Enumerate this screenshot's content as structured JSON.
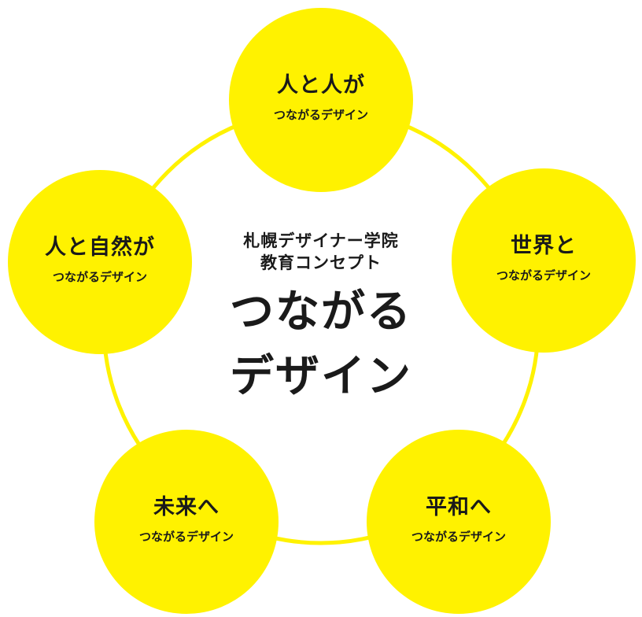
{
  "center": {
    "subtitle_line1": "札幌デザイナー学院",
    "subtitle_line2": "教育コンセプト",
    "title_line1": "つながる",
    "title_line2": "デザイン"
  },
  "nodes": [
    {
      "title": "人と人が",
      "tag": "つながるデザイン"
    },
    {
      "title": "世界と",
      "tag": "つながるデザイン"
    },
    {
      "title": "平和へ",
      "tag": "つながるデザイン"
    },
    {
      "title": "未来へ",
      "tag": "つながるデザイン"
    },
    {
      "title": "人と自然が",
      "tag": "つながるデザイン"
    }
  ],
  "colors": {
    "circle_fill": "#fff200",
    "ring_stroke": "#fff200",
    "text": "#1a1a1a"
  }
}
